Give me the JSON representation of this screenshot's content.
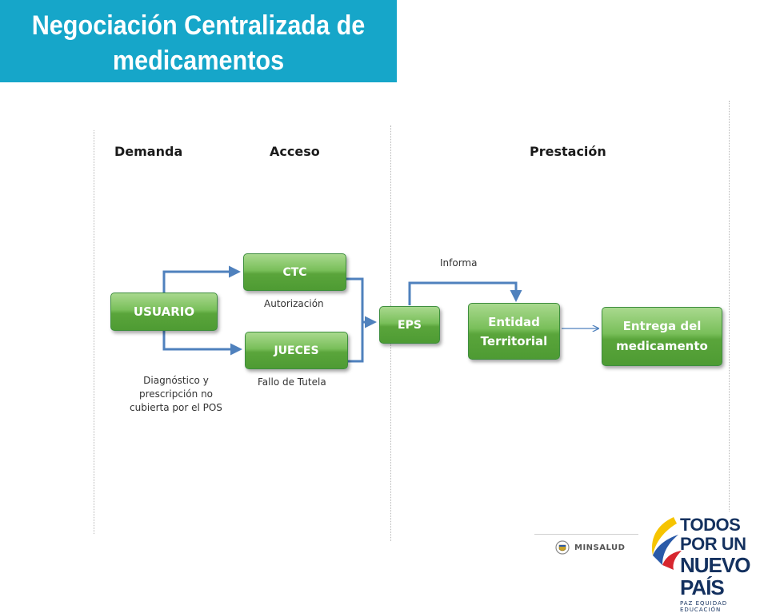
{
  "title": {
    "line1": "Negociación Centralizada de",
    "line2": "medicamentos"
  },
  "sections": {
    "demanda": "Demanda",
    "acceso": "Acceso",
    "prestacion": "Prestación"
  },
  "nodes": {
    "usuario": "USUARIO",
    "ctc": "CTC",
    "jueces": "JUECES",
    "eps": "EPS",
    "entidad_line1": "Entidad",
    "entidad_line2": "Territorial",
    "entrega_line1": "Entrega del",
    "entrega_line2": "medicamento"
  },
  "notes": {
    "diagnostico_line1": "Diagnóstico y",
    "diagnostico_line2": "prescripción no",
    "diagnostico_line3": "cubierta por el POS",
    "autorizacion": "Autorización",
    "fallo": "Fallo de Tutela",
    "informa": "Informa"
  },
  "footer": {
    "ministry_label": "MINSALUD",
    "brand_line1": "TODOS POR UN",
    "brand_line2": "NUEVO PAÍS",
    "brand_tagline": "PAZ  EQUIDAD  EDUCACIÓN"
  },
  "colors": {
    "title_bar": "#16a6c9",
    "node_green": "#5aa53b",
    "arrow_blue": "#4f81bd",
    "brand_navy": "#14315f",
    "brand_yellow": "#f6c400",
    "brand_red": "#d7262e"
  }
}
